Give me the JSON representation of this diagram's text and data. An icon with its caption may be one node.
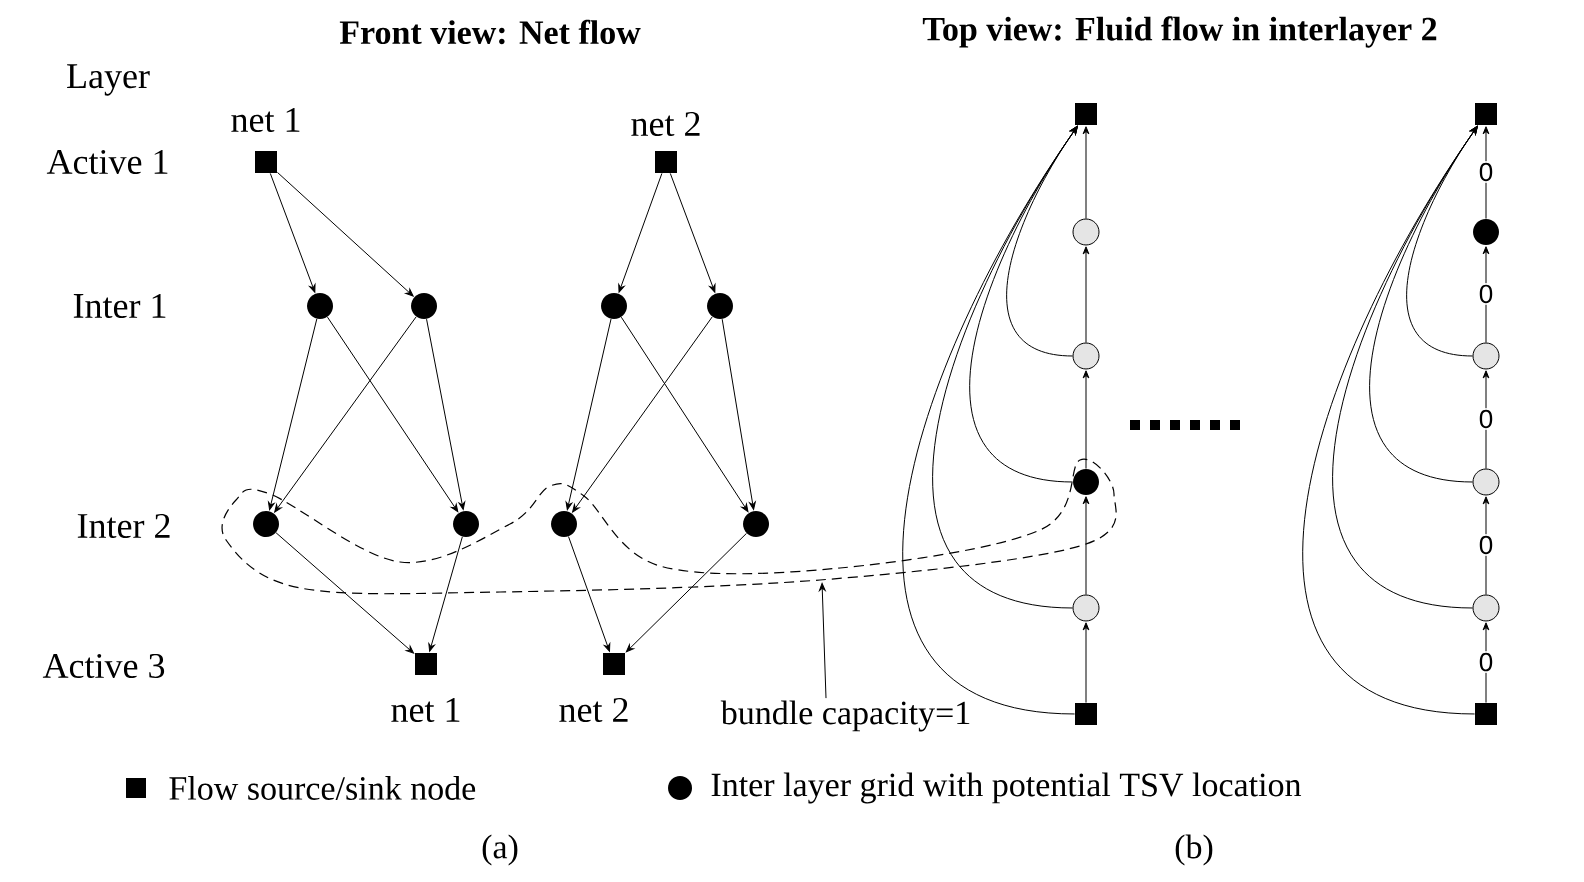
{
  "diagram": {
    "nodes": [
      {
        "text": [],
        "shape": "box",
        "beside": [
          "net 1"
        ]
      },
      {
        "text": [],
        "shape": "box",
        "beside": [
          "net 2"
        ]
      },
      {
        "text": [],
        "shape": "circle"
      },
      {
        "text": [],
        "shape": "circle"
      },
      {
        "text": [],
        "shape": "circle"
      },
      {
        "text": [],
        "shape": "circle"
      },
      {
        "text": [],
        "shape": "circle"
      },
      {
        "text": [],
        "shape": "circle"
      },
      {
        "text": [],
        "shape": "circle"
      },
      {
        "text": [],
        "shape": "circle"
      },
      {
        "text": [],
        "shape": "box",
        "beside": [
          "net 1"
        ]
      },
      {
        "text": [],
        "shape": "box",
        "beside": [
          "net 2"
        ]
      },
      {
        "text": [],
        "shape": "box"
      },
      {
        "text": [],
        "shape": "circle"
      },
      {
        "text": [],
        "shape": "circle"
      },
      {
        "text": [],
        "shape": "circle"
      },
      {
        "text": [],
        "shape": "circle"
      },
      {
        "text": [],
        "shape": "box"
      },
      {
        "text": [],
        "shape": "box"
      },
      {
        "text": [],
        "shape": "circle"
      },
      {
        "text": [],
        "shape": "circle"
      },
      {
        "text": [],
        "shape": "circle"
      },
      {
        "text": [],
        "shape": "circle"
      },
      {
        "text": [],
        "shape": "box"
      },
      {
        "text": [
          "bundle capacity=1"
        ]
      }
    ],
    "edges": [
      {
        "from": 0,
        "to": 2,
        "arrow": "to"
      },
      {
        "from": 0,
        "to": 3,
        "arrow": "to"
      },
      {
        "from": 1,
        "to": 4,
        "arrow": "to"
      },
      {
        "from": 1,
        "to": 5,
        "arrow": "to"
      },
      {
        "from": 2,
        "to": 6,
        "arrow": "to"
      },
      {
        "from": 2,
        "to": 7,
        "arrow": "to"
      },
      {
        "from": 3,
        "to": 6,
        "arrow": "to"
      },
      {
        "from": 3,
        "to": 7,
        "arrow": "to"
      },
      {
        "from": 4,
        "to": 8,
        "arrow": "to"
      },
      {
        "from": 4,
        "to": 9,
        "arrow": "to"
      },
      {
        "from": 5,
        "to": 8,
        "arrow": "to"
      },
      {
        "from": 5,
        "to": 9,
        "arrow": "to"
      },
      {
        "from": 6,
        "to": 10,
        "arrow": "to"
      },
      {
        "from": 7,
        "to": 10,
        "arrow": "to"
      },
      {
        "from": 8,
        "to": 11,
        "arrow": "to"
      },
      {
        "from": 9,
        "to": 11,
        "arrow": "to"
      },
      {
        "from": 17,
        "to": 16,
        "arrow": "to"
      },
      {
        "from": 16,
        "to": 15,
        "arrow": "to"
      },
      {
        "from": 15,
        "to": 14,
        "arrow": "to"
      },
      {
        "from": 14,
        "to": 13,
        "arrow": "to"
      },
      {
        "from": 13,
        "to": 12,
        "arrow": "to"
      },
      {
        "from": 14,
        "to": 12,
        "arrow": "to"
      },
      {
        "from": 15,
        "to": 12,
        "arrow": "to"
      },
      {
        "from": 16,
        "to": 12,
        "arrow": "to"
      },
      {
        "from": 17,
        "to": 12,
        "arrow": "to"
      },
      {
        "from": 23,
        "to": 22,
        "arrow": "to",
        "label": "0"
      },
      {
        "from": 22,
        "to": 21,
        "arrow": "to",
        "label": "0"
      },
      {
        "from": 21,
        "to": 20,
        "arrow": "to",
        "label": "0"
      },
      {
        "from": 20,
        "to": 19,
        "arrow": "to",
        "label": "0"
      },
      {
        "from": 19,
        "to": 18,
        "arrow": "to",
        "label": "0"
      },
      {
        "from": 20,
        "to": 18,
        "arrow": "to"
      },
      {
        "from": 21,
        "to": 18,
        "arrow": "to"
      },
      {
        "from": 22,
        "to": 18,
        "arrow": "to"
      },
      {
        "from": 23,
        "to": 18,
        "arrow": "to"
      },
      {
        "from": 24,
        "to": null,
        "arrow": "to"
      }
    ],
    "labels": [
      "Front view: Net flow",
      "Top view: Fluid flow in interlayer 2",
      "Layer",
      "Active 1",
      "Inter 1",
      "Inter 2",
      "Active 3",
      "(a)",
      "(b)"
    ],
    "legend": [
      {
        "text": "Flow source/sink node"
      },
      {
        "text": "Inter layer grid with potential TSV location"
      }
    ]
  }
}
